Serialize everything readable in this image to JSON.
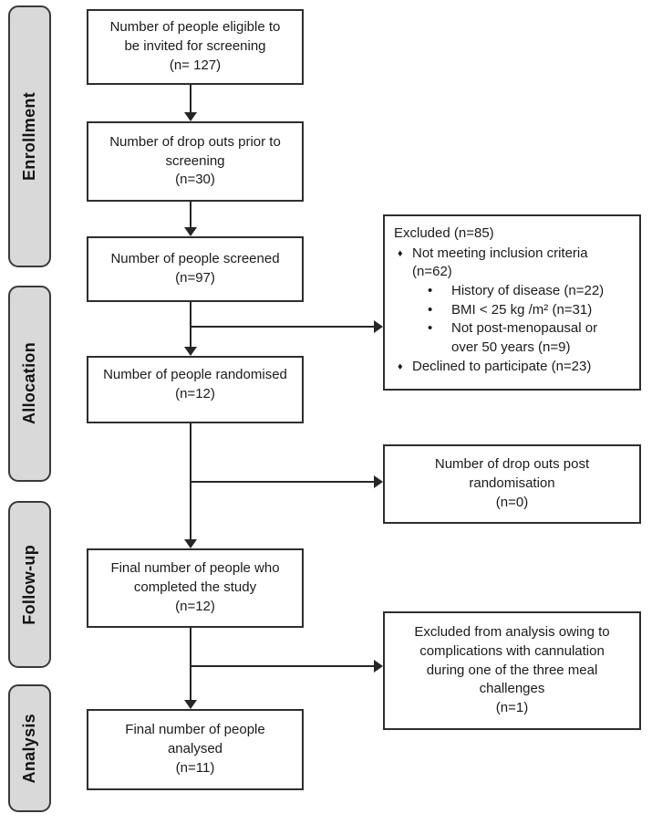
{
  "colors": {
    "sidebar_fill": "#d9d9d9",
    "box_border": "#2e2e2e",
    "line": "#262626"
  },
  "sidebar": {
    "stages": [
      "Enrollment",
      "Allocation",
      "Follow-up",
      "Analysis"
    ]
  },
  "flow": {
    "eligible": "Number of people eligible to\nbe invited for screening\n(n= 127)",
    "dropouts_pre": "Number of drop outs prior to\nscreening\n(n=30)",
    "screened": "Number of people screened\n(n=97)",
    "randomised": "Number of people randomised\n(n=12)",
    "completed": "Final number of people who\ncompleted the study\n(n=12)",
    "analysed": "Final number of people\nanalysed\n(n=11)"
  },
  "side": {
    "dropouts_post": "Number of drop outs post\nrandomisation\n(n=0)",
    "excluded_analysis": "Excluded from analysis owing to\ncomplications with cannulation\nduring one of the three meal\nchallenges\n(n=1)"
  },
  "excluded_box": {
    "title": "Excluded (n=85)",
    "bullet_diamond": "♦",
    "bullet_round": "•",
    "items": [
      {
        "level": 1,
        "text": "Not meeting inclusion criteria\n(n=62)"
      },
      {
        "level": 2,
        "text": "History of disease (n=22)"
      },
      {
        "level": 2,
        "text": "BMI < 25 kg /m² (n=31)"
      },
      {
        "level": 2,
        "text": "Not post-menopausal or\nover 50 years (n=9)"
      },
      {
        "level": 1,
        "text": "Declined to participate (n=23)"
      }
    ]
  }
}
